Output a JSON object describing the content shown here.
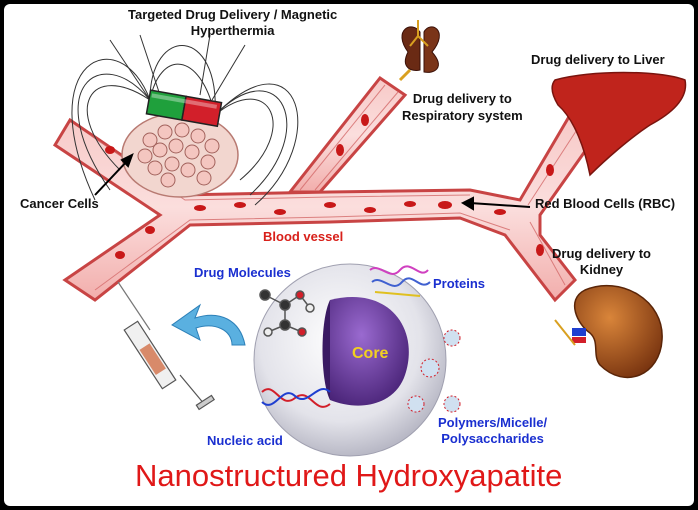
{
  "labels": {
    "targeted": "Targeted Drug Delivery / Magnetic\nHyperthermia",
    "liver": "Drug delivery to Liver",
    "respiratory": "Drug delivery to\nRespiratory system",
    "cancer": "Cancer Cells",
    "rbc": "Red Blood Cells (RBC)",
    "blood_vessel": "Blood vessel",
    "kidney": "Drug delivery to\nKidney",
    "drug_molecules": "Drug Molecules",
    "proteins": "Proteins",
    "core": "Core",
    "nucleic_acid": "Nucleic acid",
    "polymers": "Polymers/Micelle/\nPolysaccharides",
    "title": "Nanostructured Hydroxyapatite"
  },
  "colors": {
    "vessel": "#f6b5b3",
    "vessel_wall": "#c83c3c",
    "rbc": "#c81818",
    "liver": "#c0241c",
    "kidney": "#a8541e",
    "core": "#6a3a9a",
    "title": "#e01818",
    "blue_text": "#1a2fd0",
    "arrow": "#5ab0e0"
  }
}
